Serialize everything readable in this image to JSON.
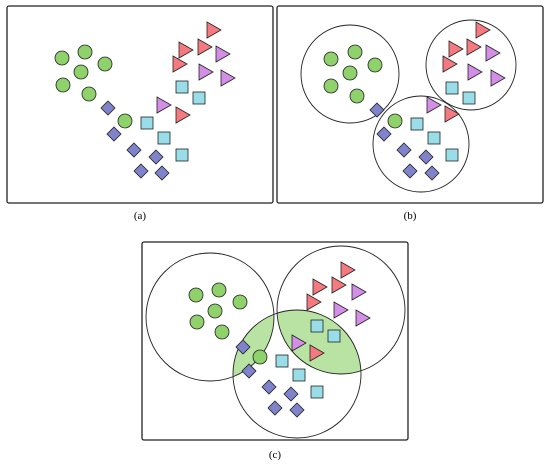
{
  "figure": {
    "captions": {
      "a": "(a)",
      "b": "(b)",
      "c": "(c)"
    }
  },
  "colors": {
    "circle_fill": "#8fd16a",
    "triangle_red": "#f47a80",
    "triangle_pink": "#d38ee6",
    "square_blue": "#99dde8",
    "diamond_purple": "#7f83cb",
    "overlap_green": "#b8e3a3",
    "stroke": "#222222"
  }
}
